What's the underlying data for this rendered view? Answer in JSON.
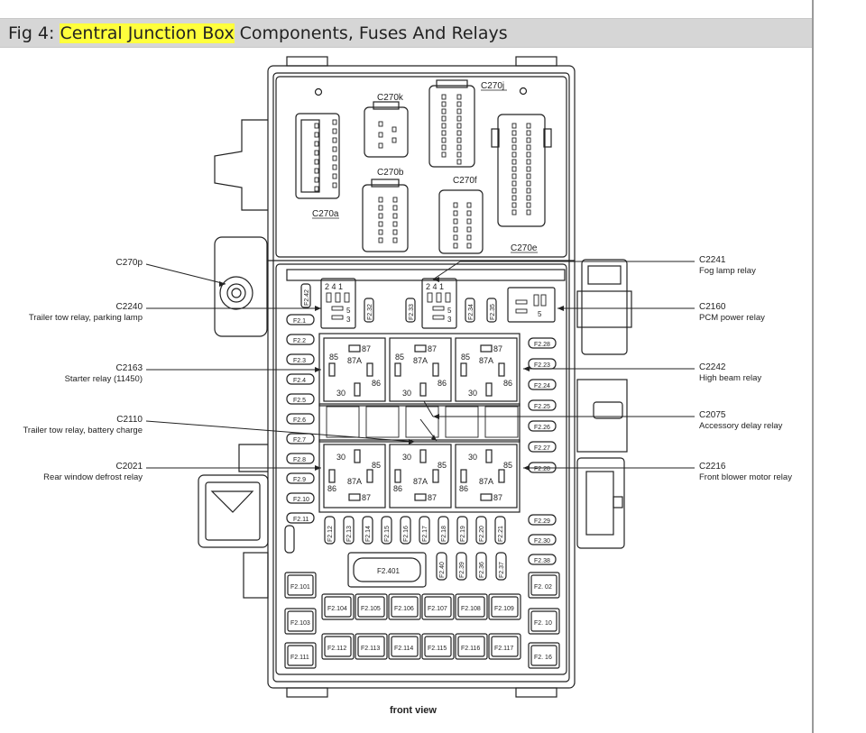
{
  "caption": {
    "prefix": "Fig 4: ",
    "highlight": "Central Junction Box",
    "rest": " Components, Fuses And Relays"
  },
  "colors": {
    "highlight": "#ffff3c",
    "caption_bg": "#d6d6d6",
    "line": "#222222"
  },
  "connectors": {
    "c270k": "C270k",
    "c270j": "C270j",
    "c270a": "C270a",
    "c270b": "C270b",
    "c270f": "C270f",
    "c270e": "C270e"
  },
  "callouts_left": [
    {
      "id": "C270p",
      "desc": ""
    },
    {
      "id": "C2240",
      "desc": "Trailer tow relay, parking lamp"
    },
    {
      "id": "C2163",
      "desc": "Starter relay (11450)"
    },
    {
      "id": "C2110",
      "desc": "Trailer tow relay, battery charge"
    },
    {
      "id": "C2021",
      "desc": "Rear window defrost relay"
    }
  ],
  "callouts_right": [
    {
      "id": "C2241",
      "desc": "Fog lamp relay"
    },
    {
      "id": "C2160",
      "desc": "PCM power relay"
    },
    {
      "id": "C2242",
      "desc": "High beam relay"
    },
    {
      "id": "C2075",
      "desc": "Accessory delay relay"
    },
    {
      "id": "C2216",
      "desc": "Front blower motor relay"
    }
  ],
  "relay_pins": {
    "p85": "85",
    "p86": "86",
    "p87": "87",
    "p87a": "87A",
    "p30": "30"
  },
  "small_relay_pins": {
    "top": "2 4 1",
    "p5": "5",
    "p3": "3"
  },
  "left_fuses": [
    "F2.1",
    "F2.2",
    "F2.3",
    "F2.4",
    "F2.5",
    "F2.6",
    "F2.7",
    "F2.8",
    "F2.9",
    "F2.10",
    "F2.11"
  ],
  "right_fuses": [
    "F2.28",
    "F2.23",
    "F2.24",
    "F2.25",
    "F2.26",
    "F2.27",
    "F2.28"
  ],
  "right_fuses_lower": [
    "F2.29",
    "F2.30",
    "F2.38"
  ],
  "bottom_row_fuses": [
    "F2.12",
    "F2.13",
    "F2.14",
    "F2.15",
    "F2.16",
    "F2.17",
    "F2.18",
    "F2.19",
    "F2.20",
    "F2.21"
  ],
  "mini_fuses": [
    "F2.40",
    "F2.39",
    "F2.36",
    "F2.37"
  ],
  "big_fuse": "F2.401",
  "maxi_left": [
    "F2.101",
    "F2.103",
    "F2.111"
  ],
  "maxi_right": [
    "F2. 02",
    "F2. 10",
    "F2. 16"
  ],
  "maxi_row1": [
    "F2.104",
    "F2.105",
    "F2.106",
    "F2.107",
    "F2.108",
    "F2.109"
  ],
  "maxi_row2": [
    "F2.112",
    "F2.113",
    "F2.114",
    "F2.115",
    "F2.116",
    "F2.117"
  ],
  "top_small_fuses": [
    "F2.42",
    "F2.32",
    "F2.33",
    "F2.34",
    "F2.35"
  ],
  "view_label": "front view"
}
